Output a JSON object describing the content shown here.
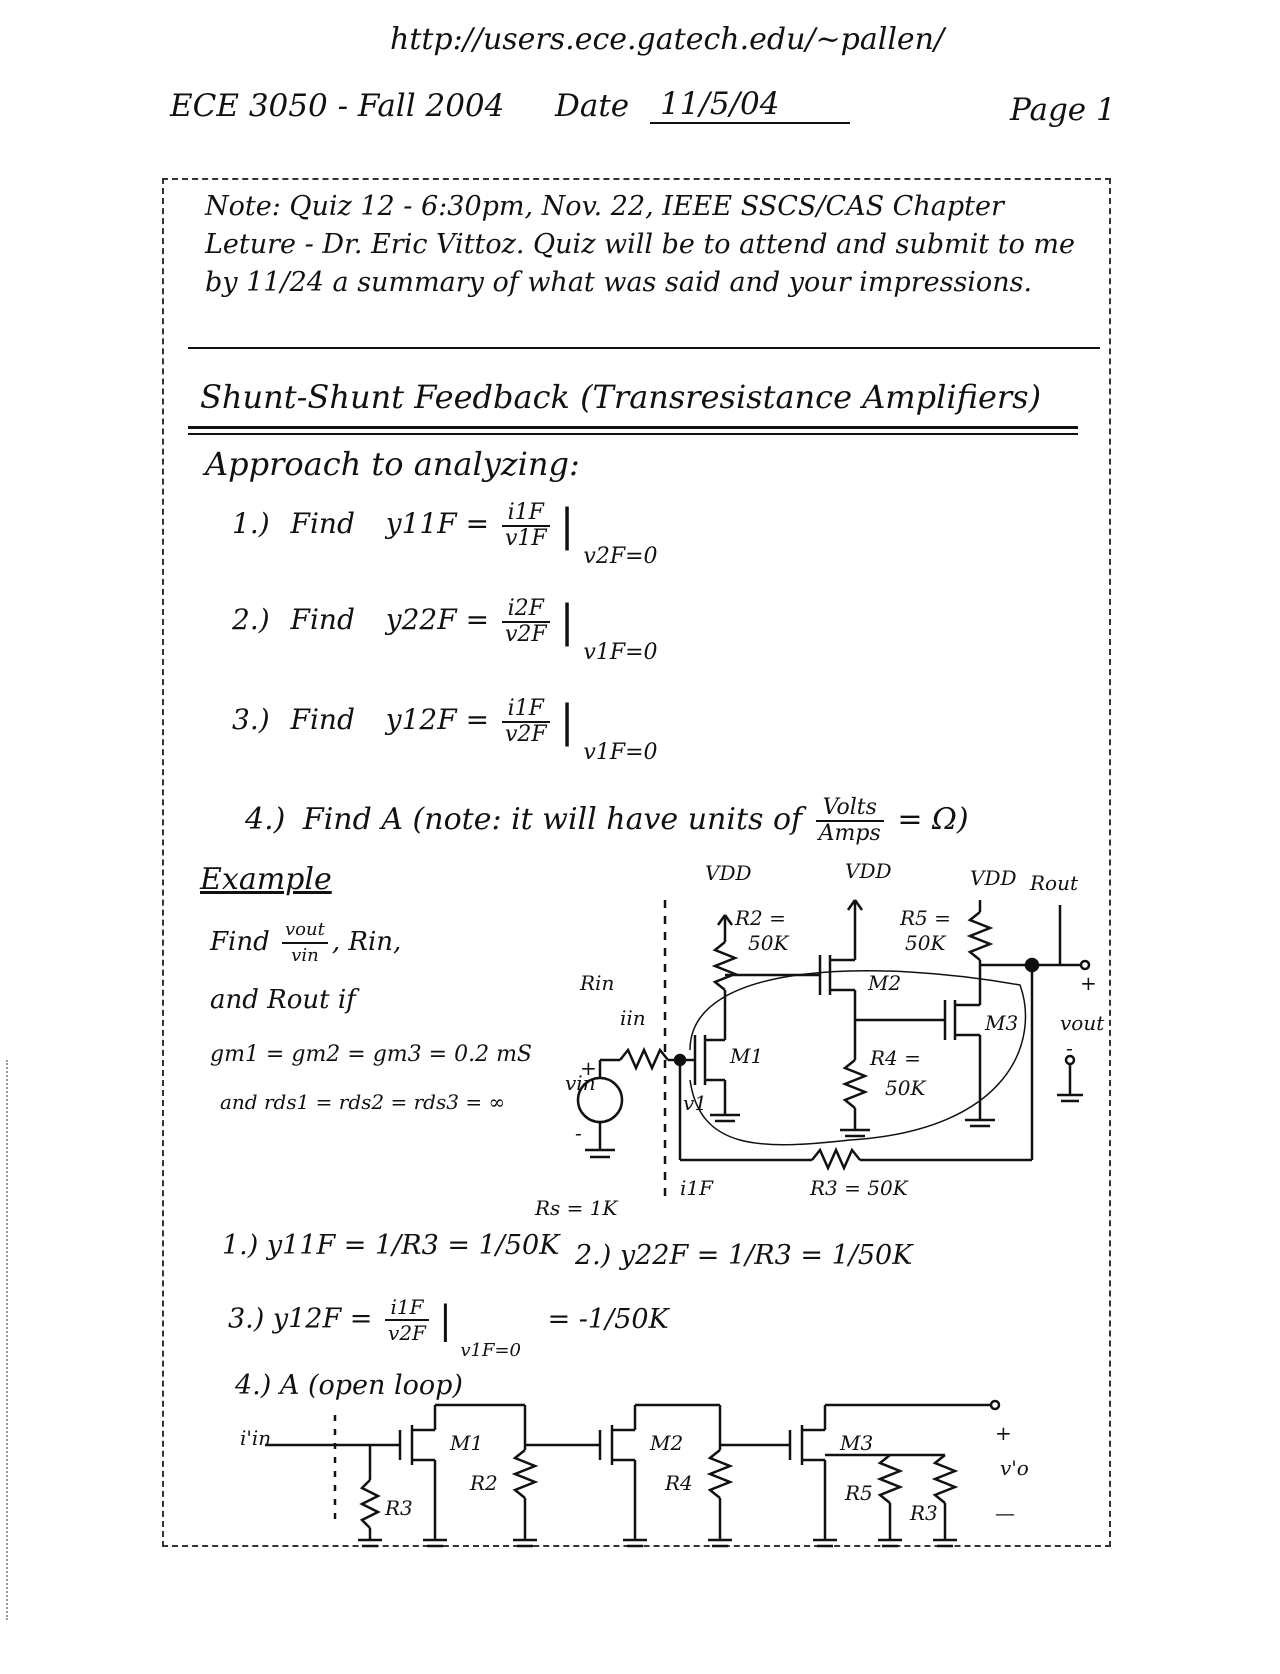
{
  "header": {
    "url": "http://users.ece.gatech.edu/~pallen/",
    "course": "ECE 3050 - Fall 2004",
    "date_label": "Date",
    "date_value": "11/5/04",
    "page": "Page 1"
  },
  "note": {
    "text": "Note: Quiz 12 - 6:30pm, Nov. 22, IEEE SSCS/CAS Chapter Leture - Dr. Eric Vittoz. Quiz will be to attend and submit to me by 11/24 a summary of what was said and your impressions."
  },
  "section": {
    "heading": "Shunt-Shunt Feedback (Transresistance Amplifiers)",
    "approach": "Approach to analyzing:",
    "steps": [
      {
        "num": "1.)",
        "label": "Find",
        "lhs": "y11F =",
        "num_expr": "i1F",
        "den_expr": "v1F",
        "cond": "v2F=0"
      },
      {
        "num": "2.)",
        "label": "Find",
        "lhs": "y22F =",
        "num_expr": "i2F",
        "den_expr": "v2F",
        "cond": "v1F=0"
      },
      {
        "num": "3.)",
        "label": "Find",
        "lhs": "y12F =",
        "num_expr": "i1F",
        "den_expr": "v2F",
        "cond": "v1F=0"
      },
      {
        "num": "4.)",
        "text": "Find A (note: it will have units of",
        "unit_num": "Volts",
        "unit_den": "Amps",
        "unit_result": "= Ω)"
      }
    ]
  },
  "example": {
    "title": "Example",
    "find_word": "Find",
    "ratio_num": "vout",
    "ratio_den": "vin",
    "line1_tail": ", Rin,",
    "line2": "and Rout if",
    "line3": "gm1 = gm2 = gm3 = 0.2 mS",
    "line4": "and rds1 = rds2 = rds3 = ∞"
  },
  "circuit": {
    "vdd": "VDD",
    "rout": "Rout",
    "r2": "R2 =",
    "r2_val": "50K",
    "r5": "R5 =",
    "r5_val": "50K",
    "r4": "R4 =",
    "r4_val": "50K",
    "r3": "R3 = 50K",
    "rs": "Rs = 1K",
    "rin": "Rin",
    "iin": "iin",
    "i1f": "i1F",
    "v1": "v1",
    "vin": "vin",
    "vout": "vout",
    "m1": "M1",
    "m2": "M2",
    "m3": "M3",
    "plus": "+",
    "minus": "-"
  },
  "answers": {
    "a1": "1.) y11F = 1/R3 = 1/50K",
    "a2": "2.) y22F = 1/R3 = 1/50K",
    "a3_lhs": "3.) y12F =",
    "a3_num": "i1F",
    "a3_den": "v2F",
    "a3_cond": "v1F=0",
    "a3_rhs": "= -1/50K",
    "a4": "4.) A (open loop)"
  },
  "open_loop": {
    "iin": "i'in",
    "m1": "M1",
    "m2": "M2",
    "m3": "M3",
    "r3a": "R3",
    "r2": "R2",
    "r4": "R4",
    "r5": "R5",
    "r3b": "R3",
    "vo": "v'o",
    "plus": "+",
    "minus": "—"
  }
}
